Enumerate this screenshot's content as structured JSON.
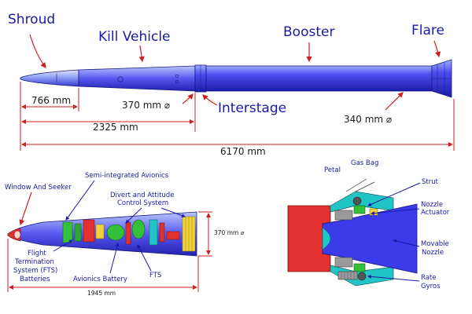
{
  "top": {
    "labels": {
      "shroud": "Shroud",
      "kill_vehicle": "Kill Vehicle",
      "booster": "Booster",
      "flare": "Flare",
      "interstage": "Interstage"
    },
    "dimensions": {
      "shroud_length": "766 mm",
      "diameter_front": "370 mm ⌀",
      "kv_length": "2325 mm",
      "diameter_booster": "340 mm ⌀",
      "total_length": "6170 mm"
    }
  },
  "kill_vehicle_detail": {
    "labels": {
      "window_seeker": "Window And Seeker",
      "avionics": "Semi-integrated Avionics",
      "dacs_1": "Divert and Attitude",
      "dacs_2": "Control System",
      "fts_batteries_1": "Flight",
      "fts_batteries_2": "Termination",
      "fts_batteries_3": "System (FTS)",
      "fts_batteries_4": "Batteries",
      "avionics_battery": "Avionics Battery",
      "fts": "FTS"
    },
    "dimensions": {
      "diameter": "370 mm ⌀",
      "length": "1945 mm"
    }
  },
  "nozzle_detail": {
    "labels": {
      "petal": "Petal",
      "gas_bag": "Gas Bag",
      "strut": "Strut",
      "nozzle_actuator_1": "Nozzle",
      "nozzle_actuator_2": "Actuator",
      "movable_nozzle_1": "Movable",
      "movable_nozzle_2": "Nozzle",
      "rate_gyros_1": "Rate",
      "rate_gyros_2": "Gyros"
    }
  },
  "colors": {
    "body_blue": "#3b3bea",
    "dim_red": "#cc1f1f",
    "label_blue": "#1a1aa6",
    "nozzle_red": "#e03030",
    "teal": "#22c5c5",
    "green": "#35c03a"
  }
}
